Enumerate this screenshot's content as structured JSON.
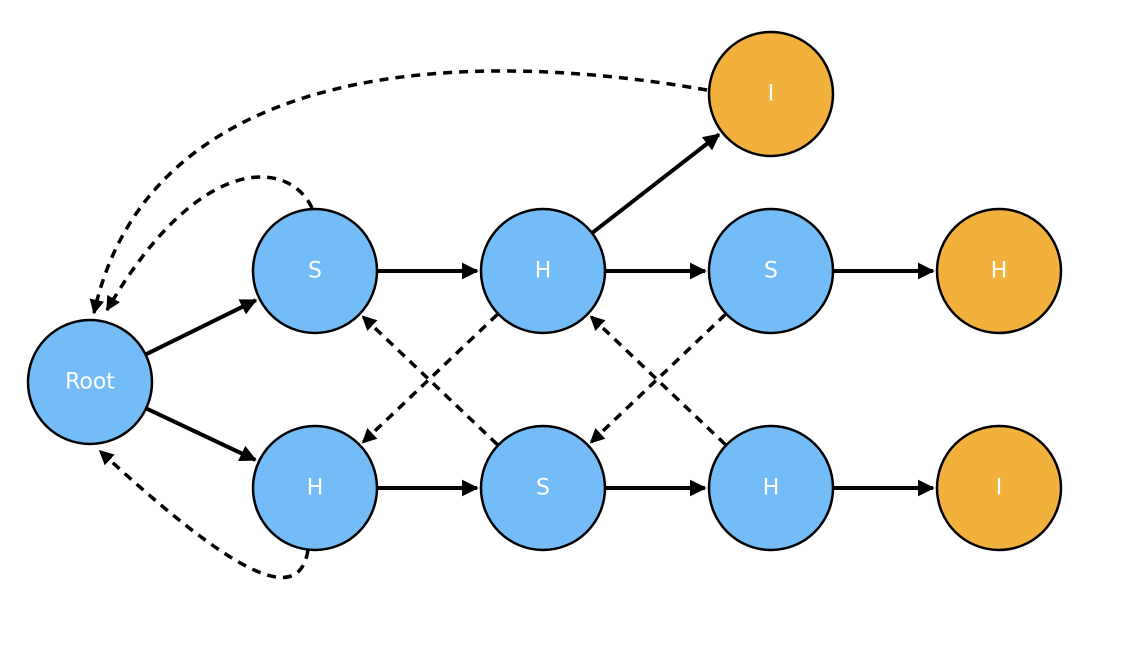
{
  "colors": {
    "internal_node": "#74BCF7",
    "leaf_node": "#F2B13C",
    "stroke": "#000000"
  },
  "nodes": [
    {
      "id": "root",
      "label": "Root",
      "kind": "internal"
    },
    {
      "id": "s1",
      "label": "S",
      "kind": "internal"
    },
    {
      "id": "h1",
      "label": "H",
      "kind": "internal"
    },
    {
      "id": "h2",
      "label": "H",
      "kind": "internal"
    },
    {
      "id": "s2",
      "label": "S",
      "kind": "internal"
    },
    {
      "id": "s3",
      "label": "S",
      "kind": "internal"
    },
    {
      "id": "h3",
      "label": "H",
      "kind": "internal"
    },
    {
      "id": "i1",
      "label": "I",
      "kind": "leaf"
    },
    {
      "id": "h4",
      "label": "H",
      "kind": "leaf"
    },
    {
      "id": "i2",
      "label": "I",
      "kind": "leaf"
    }
  ],
  "edges": [
    {
      "from": "root",
      "to": "s1",
      "style": "solid"
    },
    {
      "from": "root",
      "to": "h2",
      "style": "solid"
    },
    {
      "from": "s1",
      "to": "h1",
      "style": "solid"
    },
    {
      "from": "h1",
      "to": "i1",
      "style": "solid"
    },
    {
      "from": "h1",
      "to": "s3",
      "style": "solid"
    },
    {
      "from": "s3",
      "to": "h4",
      "style": "solid"
    },
    {
      "from": "h2",
      "to": "s2",
      "style": "solid"
    },
    {
      "from": "s2",
      "to": "h3",
      "style": "solid"
    },
    {
      "from": "h3",
      "to": "i2",
      "style": "solid"
    },
    {
      "from": "i1",
      "to": "root",
      "style": "dashed"
    },
    {
      "from": "s1",
      "to": "root",
      "style": "dashed"
    },
    {
      "from": "h2",
      "to": "root",
      "style": "dashed"
    },
    {
      "from": "h1",
      "to": "h2",
      "style": "dashed"
    },
    {
      "from": "s2",
      "to": "s1",
      "style": "dashed"
    },
    {
      "from": "s3",
      "to": "s2",
      "style": "dashed"
    },
    {
      "from": "h3",
      "to": "h1",
      "style": "dashed"
    }
  ]
}
